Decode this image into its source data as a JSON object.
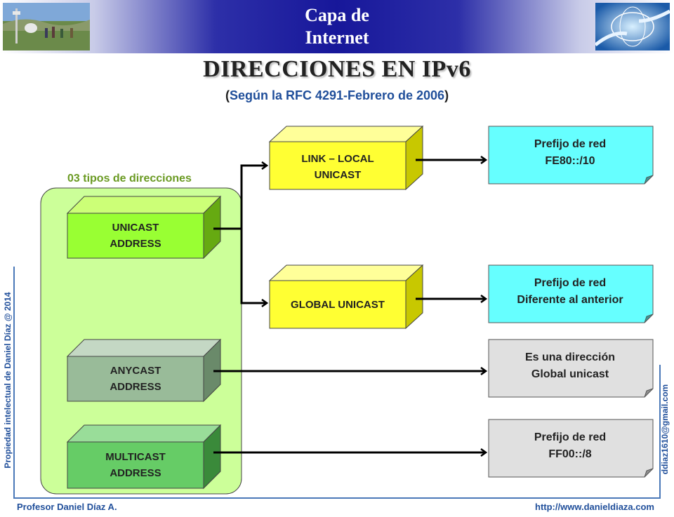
{
  "header": {
    "title_line1": "Capa de",
    "title_line2": "Internet"
  },
  "title": "DIRECCIONES EN IPv6",
  "subtitle": {
    "open": "(",
    "text": "Según la RFC 4291-Febrero de 2006",
    "close": ")"
  },
  "group_label": "03 tipos de direcciones",
  "address_types": [
    {
      "line1": "UNICAST",
      "line2": "ADDRESS"
    },
    {
      "line1": "ANYCAST",
      "line2": "ADDRESS"
    },
    {
      "line1": "MULTICAST",
      "line2": "ADDRESS"
    }
  ],
  "unicast_kinds": [
    {
      "line1": "LINK – LOCAL",
      "line2": "UNICAST"
    },
    {
      "line1": "GLOBAL UNICAST"
    }
  ],
  "notes": [
    {
      "line1": "Prefijo de red",
      "line2": "FE80::/10",
      "color": "#66ffff"
    },
    {
      "line1": "Prefijo de red",
      "line2": "Diferente al anterior",
      "color": "#66ffff"
    },
    {
      "line1": "Es una dirección",
      "line2": "Global unicast",
      "color": "#e0e0e0"
    },
    {
      "line1": "Prefijo de red",
      "line2": "FF00::/8",
      "color": "#e0e0e0"
    }
  ],
  "sidebar_left": "Propiedad intelectual de Daniel Díaz @ 2014",
  "sidebar_right": "ddiaz1610@gmail.com",
  "footer": {
    "author": "Profesor Daniel Díaz A.",
    "url": "http://www.danieldiaza.com"
  },
  "colors": {
    "header_blue": "#17179a",
    "group_bg": "#ccff99",
    "unicast_green": "#99ff33",
    "anycast_gray": "#99bb99",
    "multicast_green": "#66cc66",
    "yellow": "#ffff33",
    "accent_blue": "#1f4e9a"
  }
}
